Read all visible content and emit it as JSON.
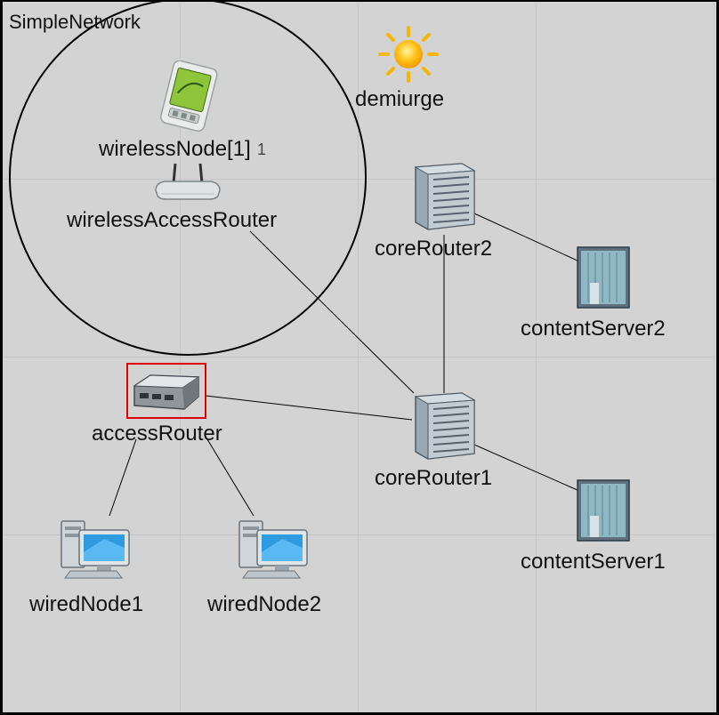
{
  "network": {
    "title": "SimpleNetwork"
  },
  "nodes": {
    "demiurge": {
      "label": "demiurge",
      "icon": "sun-icon"
    },
    "wirelessNode": {
      "label": "wirelessNode[1]",
      "badge": "1",
      "icon": "pda-icon"
    },
    "wirelessAccessRouter": {
      "label": "wirelessAccessRouter",
      "icon": "wifi-router-icon"
    },
    "coreRouter2": {
      "label": "coreRouter2",
      "icon": "server-rack-icon"
    },
    "contentServer2": {
      "label": "contentServer2",
      "icon": "server-tower-icon"
    },
    "accessRouter": {
      "label": "accessRouter",
      "icon": "router-icon",
      "selected": true
    },
    "coreRouter1": {
      "label": "coreRouter1",
      "icon": "server-rack-icon"
    },
    "contentServer1": {
      "label": "contentServer1",
      "icon": "server-tower-icon"
    },
    "wiredNode1": {
      "label": "wiredNode1",
      "icon": "desktop-computer-icon"
    },
    "wiredNode2": {
      "label": "wiredNode2",
      "icon": "desktop-computer-icon"
    }
  },
  "colors": {
    "background": "#d3d3d3",
    "selection": "#e00000",
    "link": "#000000"
  }
}
